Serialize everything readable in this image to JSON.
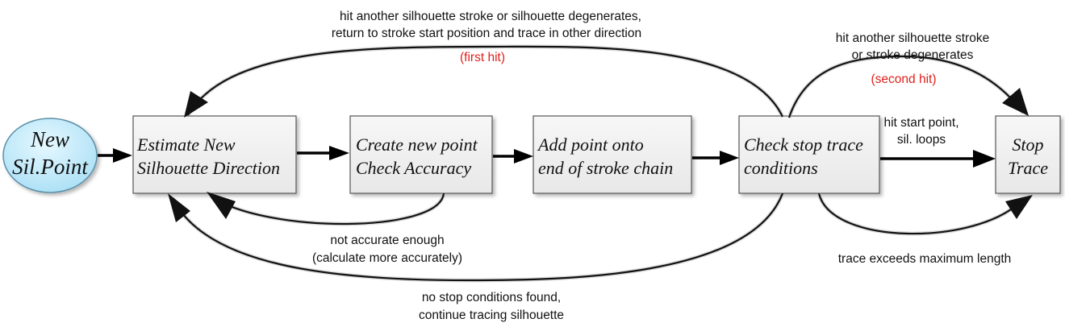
{
  "nodes": {
    "start": {
      "line1": "New",
      "line2": "Sil.Point"
    },
    "estimate": {
      "line1": "Estimate New",
      "line2": "Silhouette Direction"
    },
    "create": {
      "line1": "Create new point",
      "line2": "Check Accuracy"
    },
    "add": {
      "line1": "Add point onto",
      "line2": "end of stroke chain"
    },
    "check": {
      "line1": "Check stop trace",
      "line2": "conditions"
    },
    "stop": {
      "line1": "Stop",
      "line2": "Trace"
    }
  },
  "edges": {
    "first_hit": {
      "line1": "hit another silhouette stroke or silhouette degenerates,",
      "line2": "return to stroke start position and trace in other direction",
      "tag": "(first hit)"
    },
    "second_hit": {
      "line1": "hit another silhouette stroke",
      "line2": "or stroke degenerates",
      "tag": "(second hit)"
    },
    "loops": {
      "line1": "hit start point,",
      "line2": "sil. loops"
    },
    "max_length": {
      "line1": "trace exceeds maximum length"
    },
    "not_accurate": {
      "line1": "not accurate enough",
      "line2": "(calculate more accurately)"
    },
    "no_stop": {
      "line1": "no stop conditions found,",
      "line2": "continue tracing silhouette"
    }
  },
  "colors": {
    "start_fill": "#bfe9f9",
    "box_fill": "#f0f0f0",
    "arrow": "#111111",
    "highlight_text": "#e0201b"
  }
}
